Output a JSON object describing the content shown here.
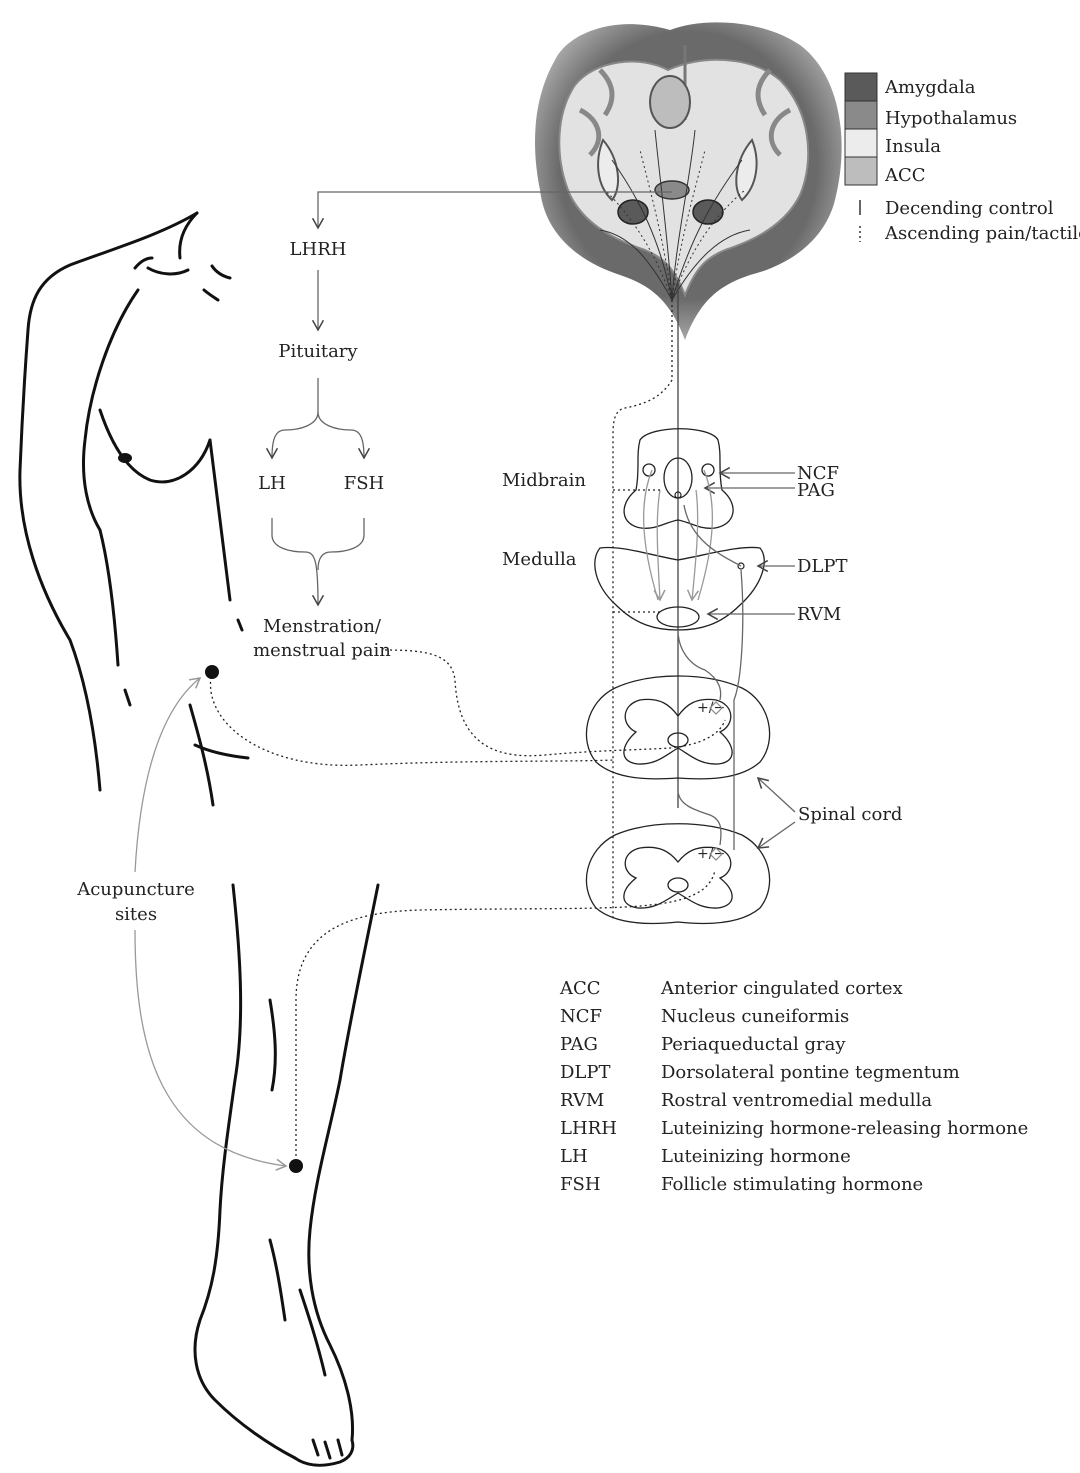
{
  "legend": {
    "regions": [
      {
        "label": "Amygdala",
        "color": "#5a5a5a"
      },
      {
        "label": "Hypothalamus",
        "color": "#8a8a8a"
      },
      {
        "label": "Insula",
        "color": "#ececec"
      },
      {
        "label": "ACC",
        "color": "#bdbdbd"
      }
    ],
    "lines": [
      {
        "label": "Decending control",
        "style": "solid"
      },
      {
        "label": "Ascending pain/tactile",
        "style": "dotted"
      }
    ]
  },
  "hormone_cascade": {
    "lhrh": "LHRH",
    "pituitary": "Pituitary",
    "lh": "LH",
    "fsh": "FSH",
    "outcome_line1": "Menstration/",
    "outcome_line2": "menstrual pain"
  },
  "brainstem": {
    "midbrain": "Midbrain",
    "medulla": "Medulla",
    "ncf": "NCF",
    "pag": "PAG",
    "dlpt": "DLPT",
    "rvm": "RVM",
    "spinal_cord": "Spinal cord",
    "modulation_sign": "+/−"
  },
  "acupuncture": {
    "line1": "Acupuncture",
    "line2": "sites"
  },
  "abbreviations": [
    {
      "abbr": "ACC",
      "full": "Anterior cingulated cortex"
    },
    {
      "abbr": "NCF",
      "full": "Nucleus cuneiformis"
    },
    {
      "abbr": "PAG",
      "full": "Periaqueductal gray"
    },
    {
      "abbr": "DLPT",
      "full": "Dorsolateral pontine tegmentum"
    },
    {
      "abbr": "RVM",
      "full": "Rostral ventromedial medulla"
    },
    {
      "abbr": "LHRH",
      "full": "Luteinizing hormone-releasing hormone"
    },
    {
      "abbr": "LH",
      "full": "Luteinizing hormone"
    },
    {
      "abbr": "FSH",
      "full": "Follicle stimulating hormone"
    }
  ]
}
